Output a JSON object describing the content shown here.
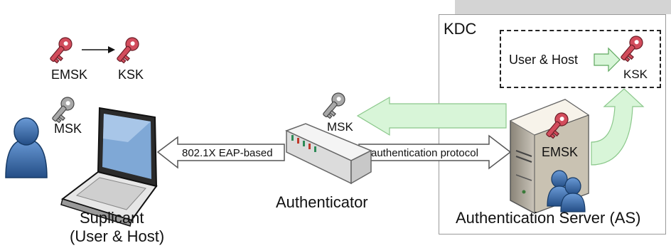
{
  "labels": {
    "emsk_top": "EMSK",
    "ksk_top": "KSK",
    "msk_left": "MSK",
    "suplicant_line1": "Suplicant",
    "suplicant_line2": "(User & Host)",
    "eap_based": "802.1X EAP-based",
    "auth_protocol": "authentication protocol",
    "authenticator": "Authenticator",
    "msk_mid": "MSK",
    "kdc": "KDC",
    "user_host": "User & Host",
    "ksk_right": "KSK",
    "emsk_server": "EMSK",
    "auth_server": "Authentication Server (AS)"
  },
  "colors": {
    "key_red": "#d24c5c",
    "key_gray": "#a8a8a8",
    "arrow_green": "#d8f5d8",
    "arrow_green_stroke": "#8bc88b",
    "user_blue": "#2f5f9a"
  }
}
